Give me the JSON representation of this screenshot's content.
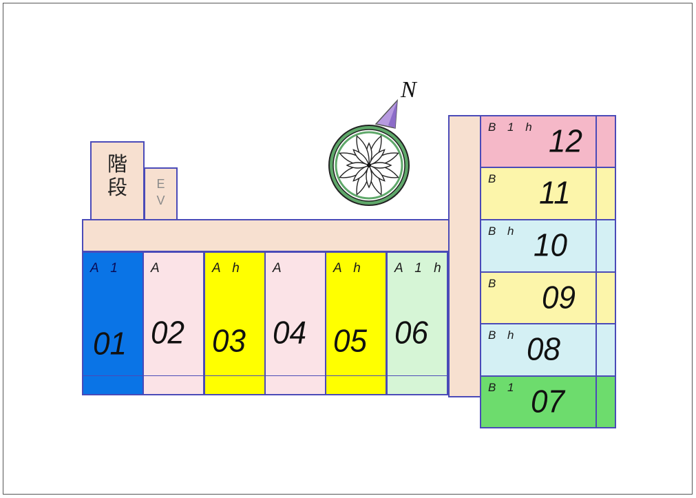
{
  "compass": {
    "north_label": "N"
  },
  "stairs_label": [
    "階",
    "段"
  ],
  "ev_label": [
    "E",
    "V"
  ],
  "colors": {
    "border": "#4a4ab8",
    "corridor": "#f7e0d0",
    "blue": "#0a74e6",
    "pink": "#fbe3e7",
    "yellow": "#ffff00",
    "mint": "#d6f5d6",
    "rose": "#f5b8c8",
    "cream": "#fcf5aa",
    "sky": "#d4f0f4",
    "green": "#6ddc6d"
  },
  "bottom_units": [
    {
      "type": "A 1",
      "number": "01",
      "color": "#0a74e6",
      "typeColor": "#0a0a55"
    },
    {
      "type": "A",
      "number": "02",
      "color": "#fbe3e7",
      "typeColor": "#1a1a1a"
    },
    {
      "type": "A h",
      "number": "03",
      "color": "#ffff00",
      "typeColor": "#1a1a1a"
    },
    {
      "type": "A",
      "number": "04",
      "color": "#fbe3e7",
      "typeColor": "#1a1a1a"
    },
    {
      "type": "A h",
      "number": "05",
      "color": "#ffff00",
      "typeColor": "#1a1a1a"
    },
    {
      "type": "A 1 h",
      "number": "06",
      "color": "#d6f5d6",
      "typeColor": "#1a1a1a"
    }
  ],
  "right_units": [
    {
      "type": "B 1 h",
      "number": "12",
      "color": "#f5b8c8"
    },
    {
      "type": "B",
      "number": "11",
      "color": "#fcf5aa"
    },
    {
      "type": "B h",
      "number": "10",
      "color": "#d4f0f4"
    },
    {
      "type": "B",
      "number": "09",
      "color": "#fcf5aa"
    },
    {
      "type": "B h",
      "number": "08",
      "color": "#d4f0f4"
    },
    {
      "type": "B 1",
      "number": "07",
      "color": "#6ddc6d"
    }
  ]
}
